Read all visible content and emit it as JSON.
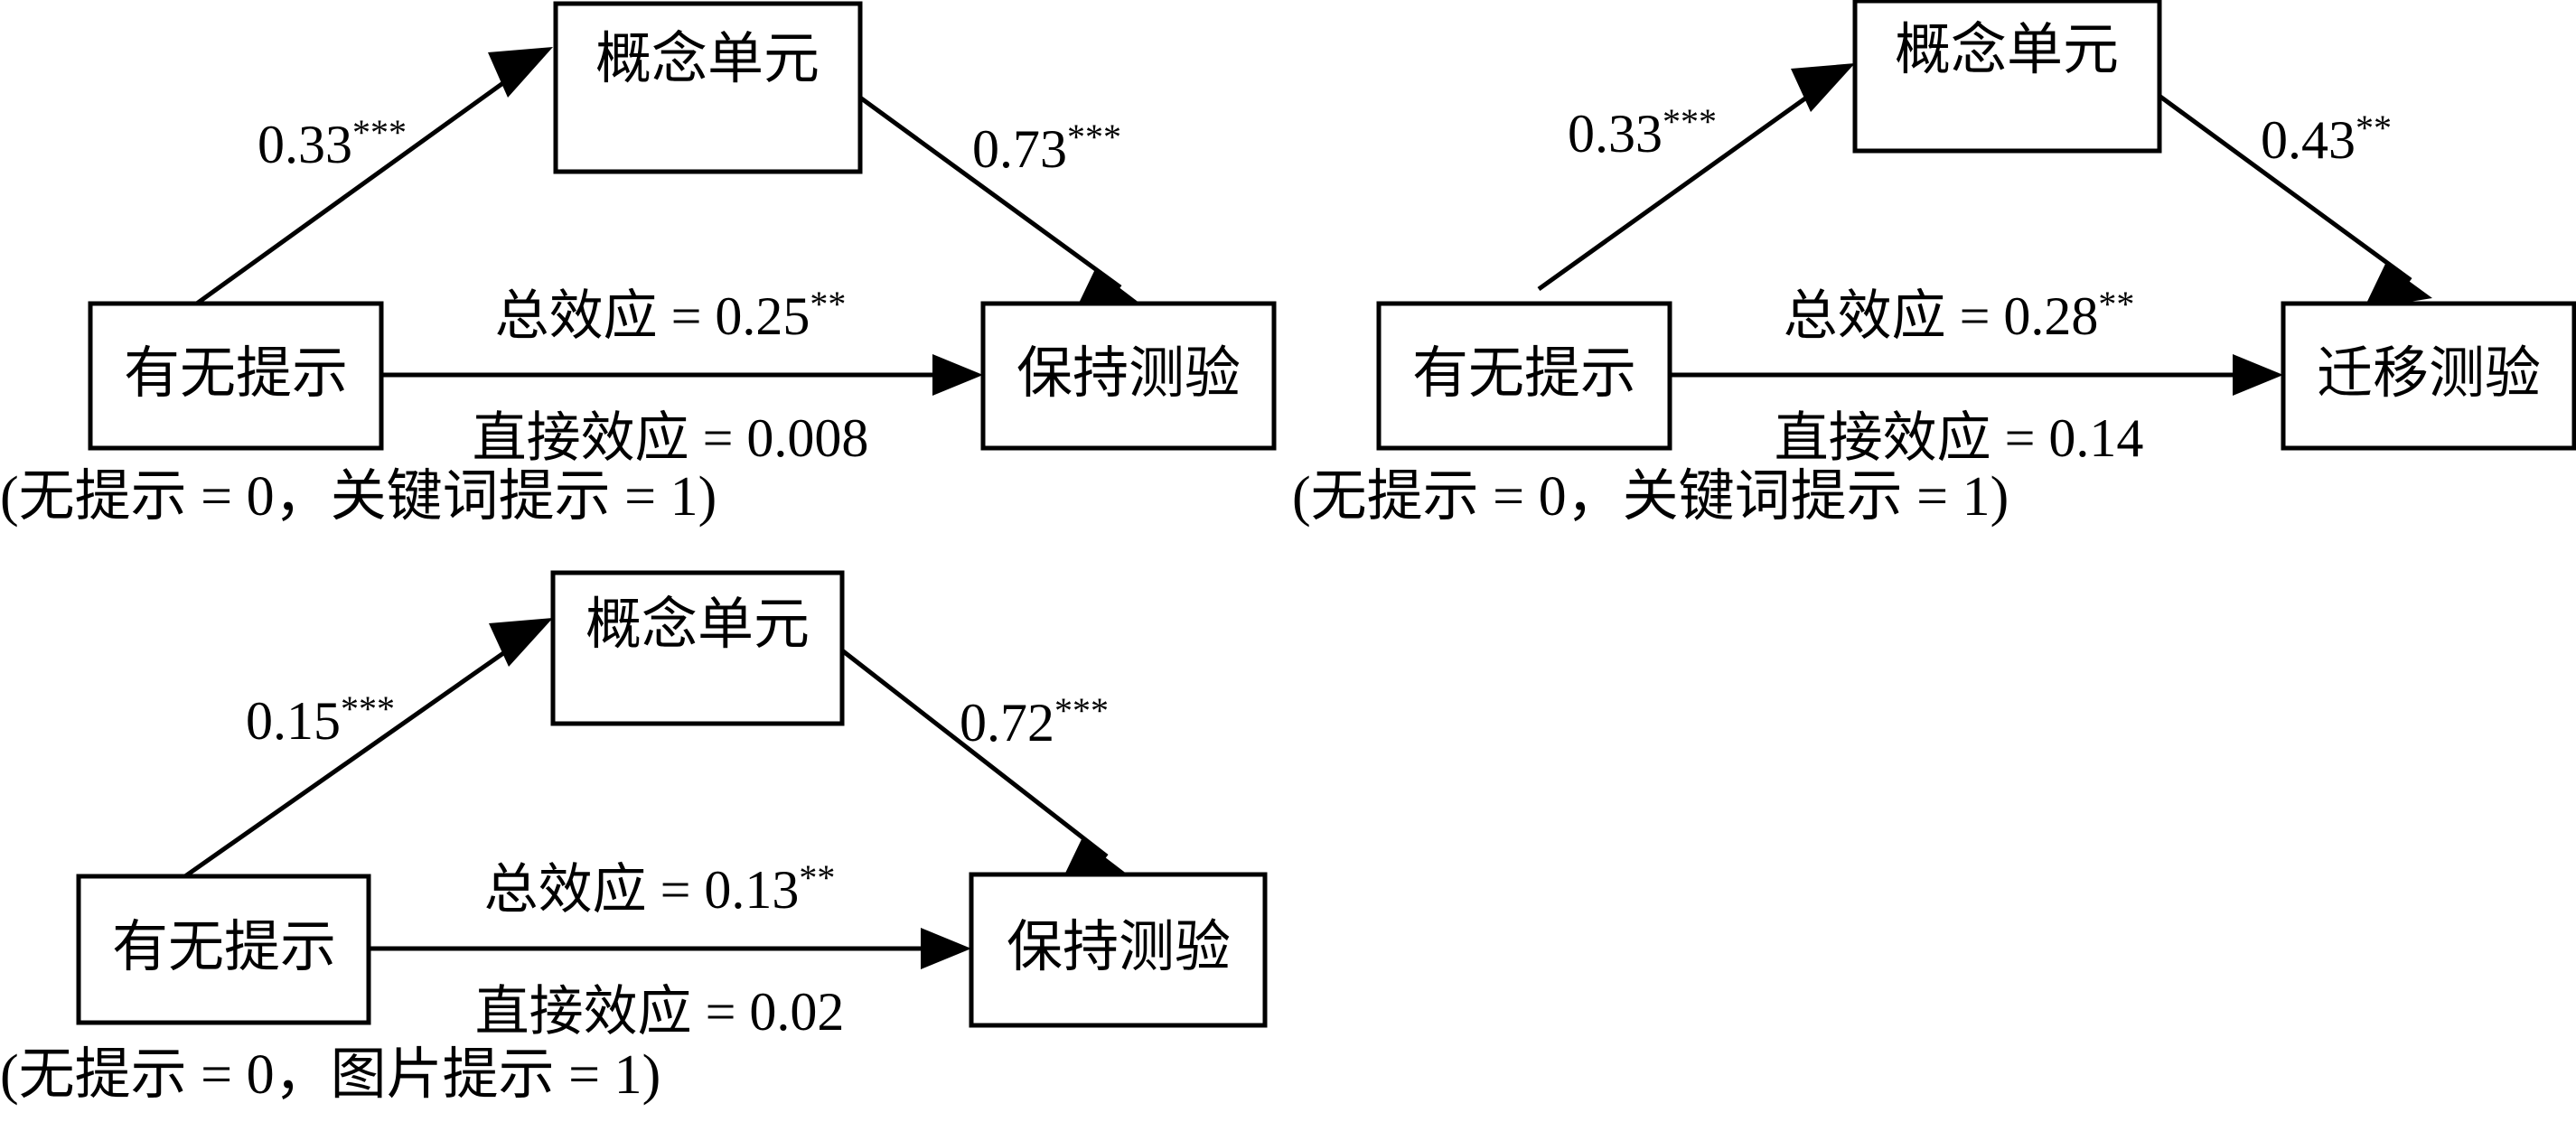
{
  "figure": {
    "type": "mediation-path-diagram",
    "background_color": "#ffffff",
    "line_color": "#000000",
    "panel_count": 3
  },
  "panels": [
    {
      "id": "panel-1",
      "predictor": "有无提示",
      "mediator": "概念单元",
      "outcome": "保持测验",
      "a_path_coef": "0.33",
      "a_path_stars": "***",
      "b_path_coef": "0.73",
      "b_path_stars": "***",
      "total_effect_prefix": "总效应 = ",
      "total_effect_value": "0.25",
      "total_effect_stars": "**",
      "direct_effect_prefix": "直接效应 = ",
      "direct_effect_value": "0.008",
      "direct_effect_stars": "",
      "caption": "(无提示 = 0，关键词提示 = 1)"
    },
    {
      "id": "panel-2",
      "predictor": "有无提示",
      "mediator": "概念单元",
      "outcome": "迁移测验",
      "a_path_coef": "0.33",
      "a_path_stars": "***",
      "b_path_coef": "0.43",
      "b_path_stars": "**",
      "total_effect_prefix": "总效应 = ",
      "total_effect_value": "0.28",
      "total_effect_stars": "**",
      "direct_effect_prefix": "直接效应 = ",
      "direct_effect_value": "0.14",
      "direct_effect_stars": "",
      "caption": "(无提示 = 0，关键词提示 = 1)"
    },
    {
      "id": "panel-3",
      "predictor": "有无提示",
      "mediator": "概念单元",
      "outcome": "保持测验",
      "a_path_coef": "0.15",
      "a_path_stars": "***",
      "b_path_coef": "0.72",
      "b_path_stars": "***",
      "total_effect_prefix": "总效应 = ",
      "total_effect_value": "0.13",
      "total_effect_stars": "**",
      "direct_effect_prefix": "直接效应 = ",
      "direct_effect_value": "0.02",
      "direct_effect_stars": "",
      "caption": "(无提示 = 0，图片提示 = 1)"
    }
  ]
}
